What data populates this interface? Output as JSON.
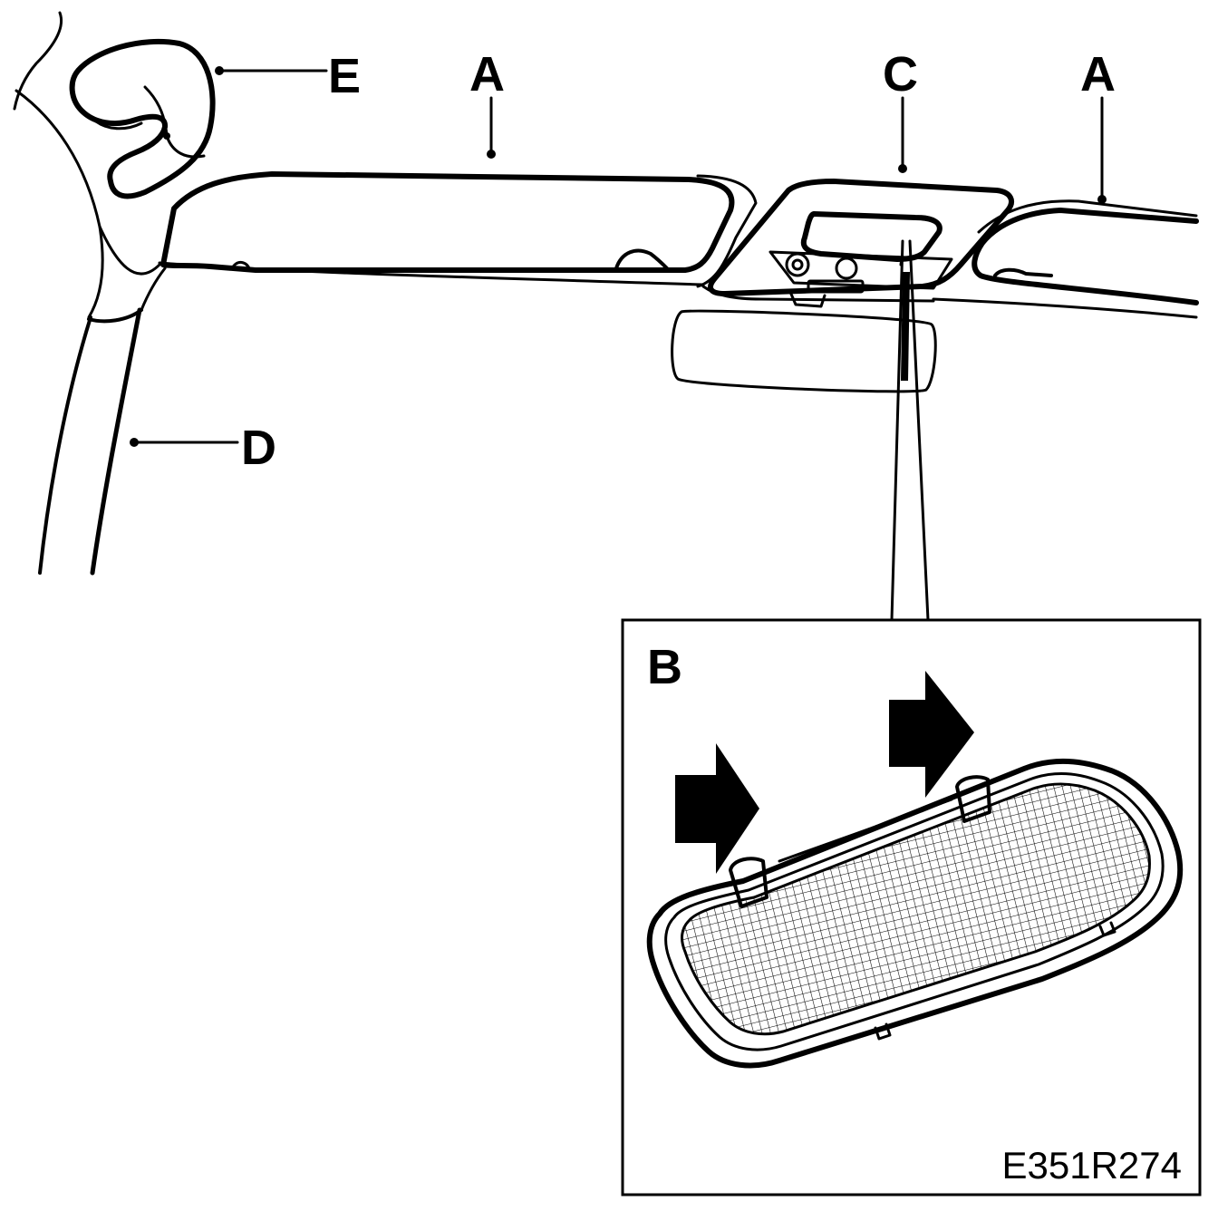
{
  "labels": {
    "A1": "A",
    "A2": "A",
    "B": "B",
    "C": "C",
    "D": "D",
    "E": "E"
  },
  "figure_code": "E351R274",
  "colors": {
    "ink": "#000000",
    "paper": "#ffffff"
  },
  "icons": {
    "push_direction": "arrow-right-icon"
  }
}
